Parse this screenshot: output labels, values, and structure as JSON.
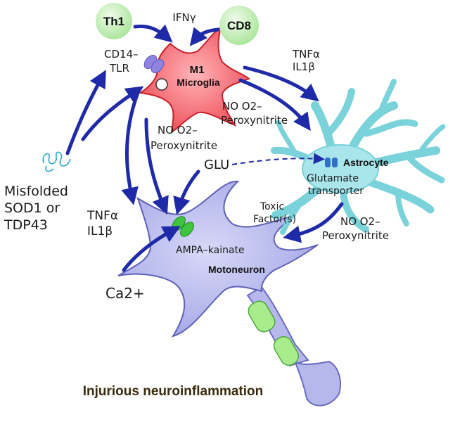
{
  "nodes": {
    "th1": "Th1",
    "cd8": "CD8",
    "microglia_m1": "M1",
    "microglia": "Microglia",
    "astrocyte": "Astrocyte",
    "motoneuron": "Motoneuron"
  },
  "labels": {
    "ifng": "IFNγ",
    "cd14": "CD14–",
    "tlr": "TLR",
    "tnfa_top": "TNFα",
    "il1b_top": "IL1β",
    "no_o2_1": "NO O2–",
    "peroxynitrite_1": "Peroxynitrite",
    "no_o2_2": "NO O2–",
    "peroxynitrite_2": "Peroxynitrite",
    "glu": "GLU",
    "glutamate": "Glutamate",
    "transporter": "transporter",
    "misfolded_1": "Misfolded",
    "misfolded_2": "SOD1 or",
    "misfolded_3": "TDP43",
    "tnfa_left": "TNFα",
    "il1b_left": "IL1β",
    "toxic_1": "Toxic",
    "toxic_2": "Factor(s)",
    "no_o2_3": "NO O2–",
    "peroxynitrite_3": "Peroxynitrite",
    "ampa": "AMPA–kainate",
    "ca": "Ca2+"
  },
  "caption": "Injurious neuroinflammation",
  "colors": {
    "arrow": "#1f2aa8",
    "microglia_fill": "#f0606a",
    "microglia_stroke": "#c8202a",
    "astrocyte_fill": "#a9e6ec",
    "astrocyte_stroke": "#55c2cc",
    "neuron_fill": "#b6b8ec",
    "neuron_stroke": "#6a6cc0",
    "tcell_fill": "#b8ecae",
    "myelin_fill": "#a8ec8c",
    "receptor_green": "#3ec43e",
    "receptor_purple": "#8f84e0",
    "transporter_blue": "#2f70c8",
    "caption": "#3b2a0c"
  }
}
